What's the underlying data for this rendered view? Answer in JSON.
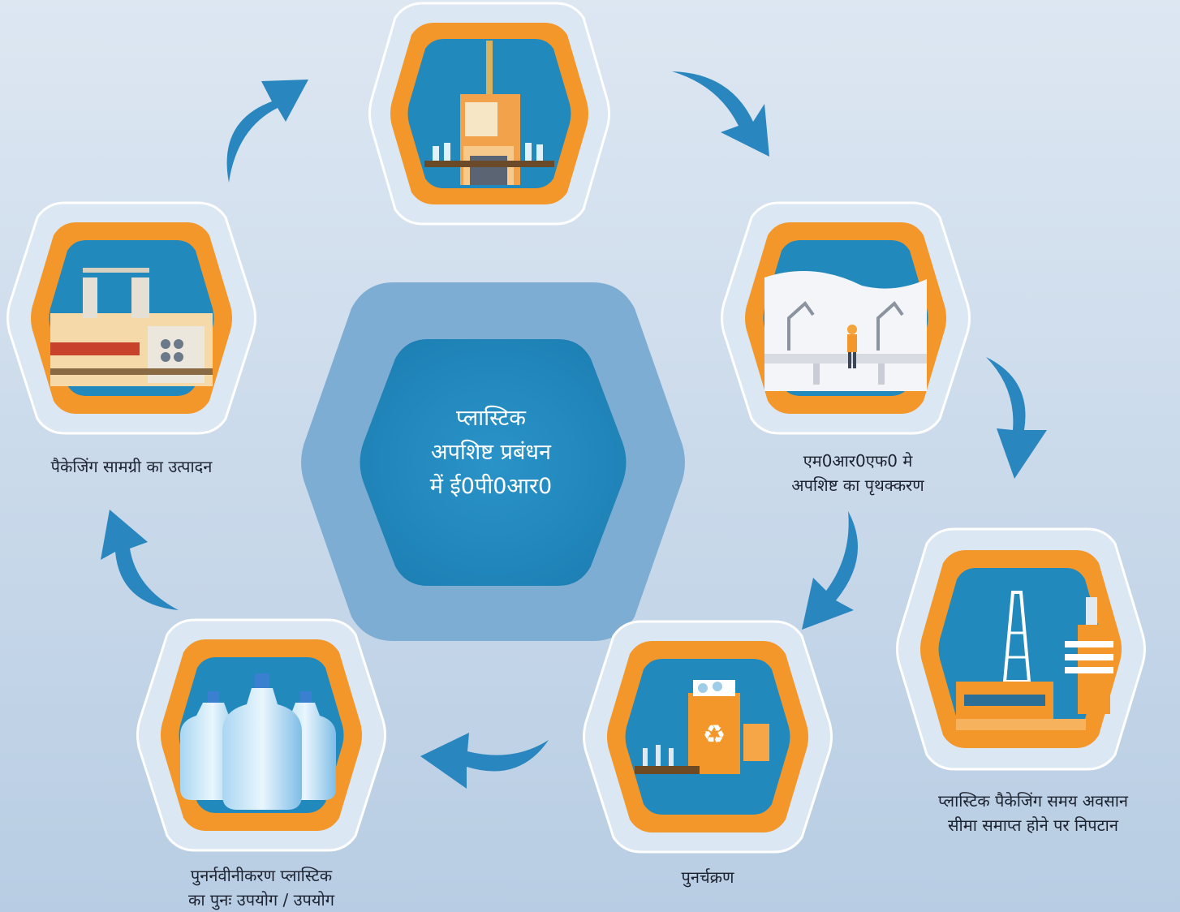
{
  "center": {
    "lines": [
      "प्लास्टिक",
      "अपशिष्ट प्रबंधन",
      "में ई0पी0आर0"
    ]
  },
  "stages": {
    "mrf": {
      "lines": [
        "एम0आर0एफ0 मे",
        "अपशिष्ट का पृथक्करण"
      ],
      "icon": "conveyor-robot-arms-icon"
    },
    "disposal": {
      "lines": [
        "प्लास्टिक पैकेजिंग समय अवसान",
        "सीमा समाप्त होने पर निपटान"
      ],
      "icon": "power-plant-icon"
    },
    "recycling": {
      "lines": [
        "पुनर्चक्रण"
      ],
      "icon": "recycle-bin-icon"
    },
    "reuse": {
      "lines": [
        "पुनर्नवीनीकरण प्लास्टिक",
        "का पुनः उपयोग / उपयोग"
      ],
      "icon": "water-jug-icon"
    },
    "packaging": {
      "lines": [
        "पैकेजिंग सामग्री का उत्पादन"
      ],
      "icon": "factory-line-icon"
    },
    "bottling": {
      "lines": [],
      "icon": "bottling-machine-icon"
    }
  },
  "colors": {
    "hex_ring": "#f3972a",
    "hex_inner": "#2289bd",
    "arrow": "#2a86bf",
    "center_outer": "#7fadd3",
    "center_inner": "#2289bd"
  }
}
